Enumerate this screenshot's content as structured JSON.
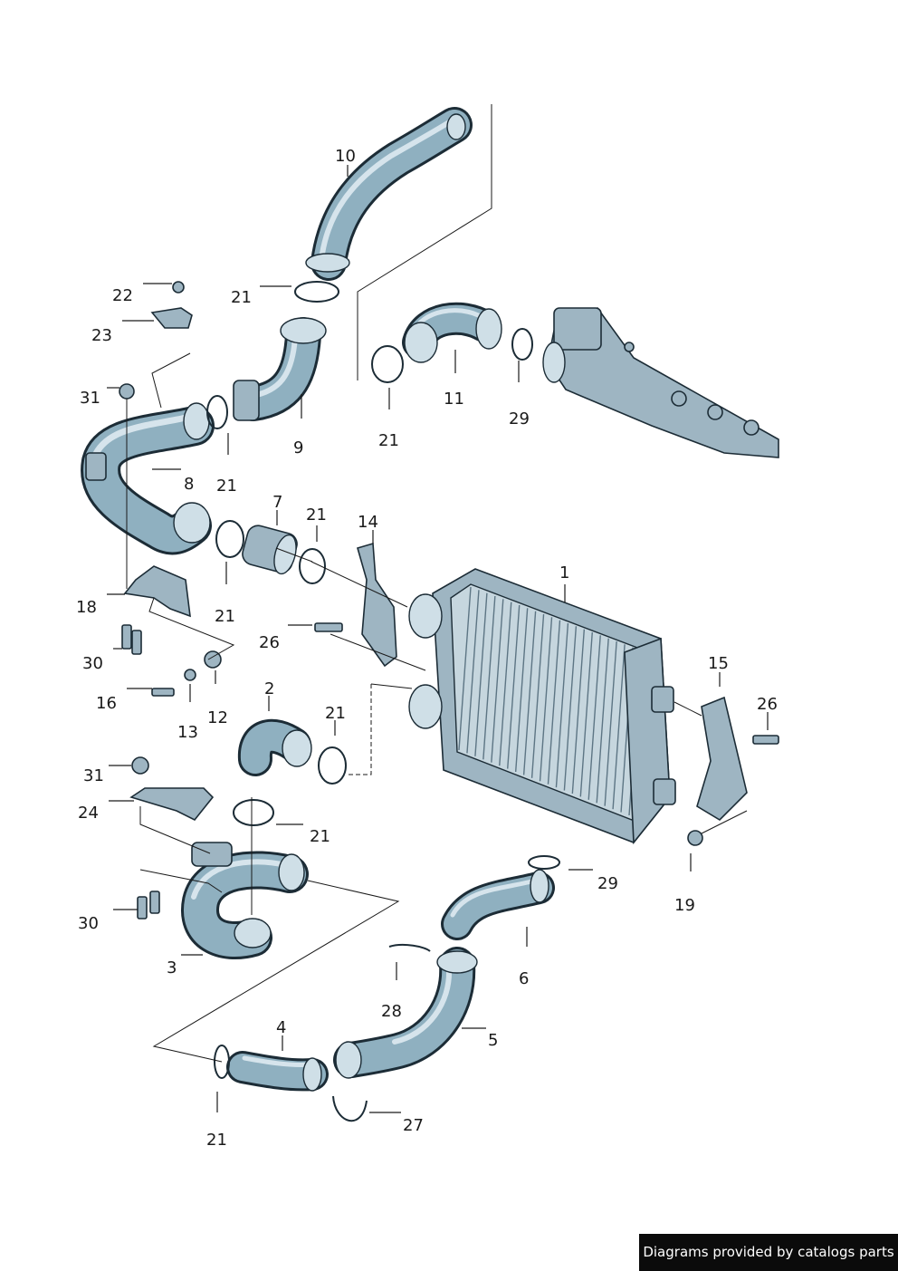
{
  "labels": {
    "p1": "1",
    "p2": "2",
    "p3": "3",
    "p4": "4",
    "p5": "5",
    "p6": "6",
    "p7": "7",
    "p8": "8",
    "p9": "9",
    "p10": "10",
    "p11": "11",
    "p12": "12",
    "p13": "13",
    "p14": "14",
    "p15": "15",
    "p16": "16",
    "p18": "18",
    "p19": "19",
    "p21": "21",
    "p22": "22",
    "p23": "23",
    "p24": "24",
    "p26": "26",
    "p27": "27",
    "p28": "28",
    "p29": "29",
    "p30": "30",
    "p31": "31"
  },
  "footer": {
    "text": "Diagrams provided by catalogs parts"
  },
  "colors": {
    "hose": "#8fb0c0",
    "hose_dark": "#1c2c36",
    "part": "#9eb5c2",
    "footer_bg": "#0b0b0b"
  }
}
